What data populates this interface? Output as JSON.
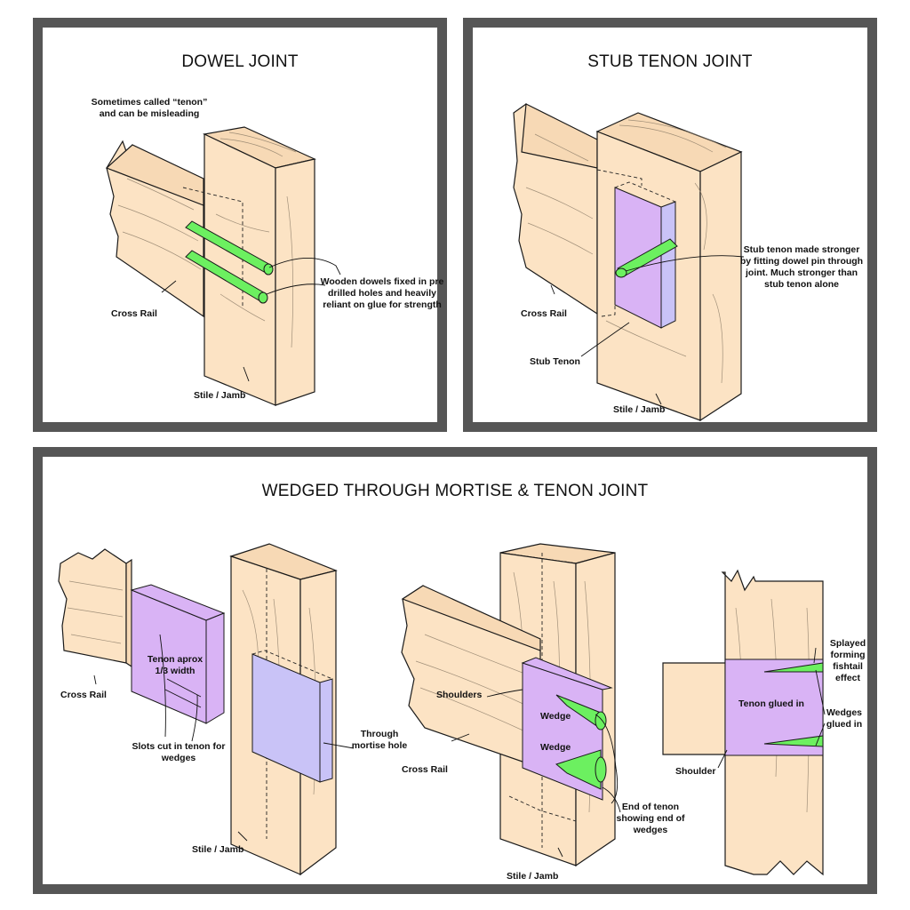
{
  "panels": {
    "dowel": {
      "title": "DOWEL JOINT",
      "labels": {
        "misleading": "Sometimes called “tenon” and can be misleading",
        "dowels": "Wooden dowels fixed in pre drilled holes and heavily reliant on glue for strength",
        "cross_rail": "Cross Rail",
        "stile": "Stile / Jamb"
      }
    },
    "stub": {
      "title": "STUB TENON JOINT",
      "labels": {
        "stronger": "Stub tenon made stronger by fitting dowel pin through joint. Much stronger than stub tenon alone",
        "cross_rail": "Cross Rail",
        "stub_tenon": "Stub Tenon",
        "stile": "Stile / Jamb"
      }
    },
    "wedged": {
      "title": "WEDGED THROUGH MORTISE & TENON JOINT",
      "labels": {
        "cross_rail_left": "Cross Rail",
        "tenon_width": "Tenon aprox 1/3 width",
        "slots": "Slots cut in tenon for wedges",
        "through_mortise": "Through mortise hole",
        "stile_left": "Stile / Jamb",
        "shoulders": "Shoulders",
        "cross_rail_mid": "Cross Rail",
        "wedge_top": "Wedge",
        "wedge_bottom": "Wedge",
        "end_of_tenon": "End of tenon showing end of wedges",
        "stile_mid": "Stile / Jamb",
        "splayed": "Splayed forming fishtail effect",
        "tenon_glued": "Tenon glued in",
        "wedges_glued": "Wedges glued in",
        "shoulder": "Shoulder"
      }
    }
  },
  "colors": {
    "frame": "#565656",
    "wood": "#fce3c4",
    "dowel": "#6cf060",
    "tenon": "#d9b3f5",
    "mortise": "#c9c3f7"
  }
}
